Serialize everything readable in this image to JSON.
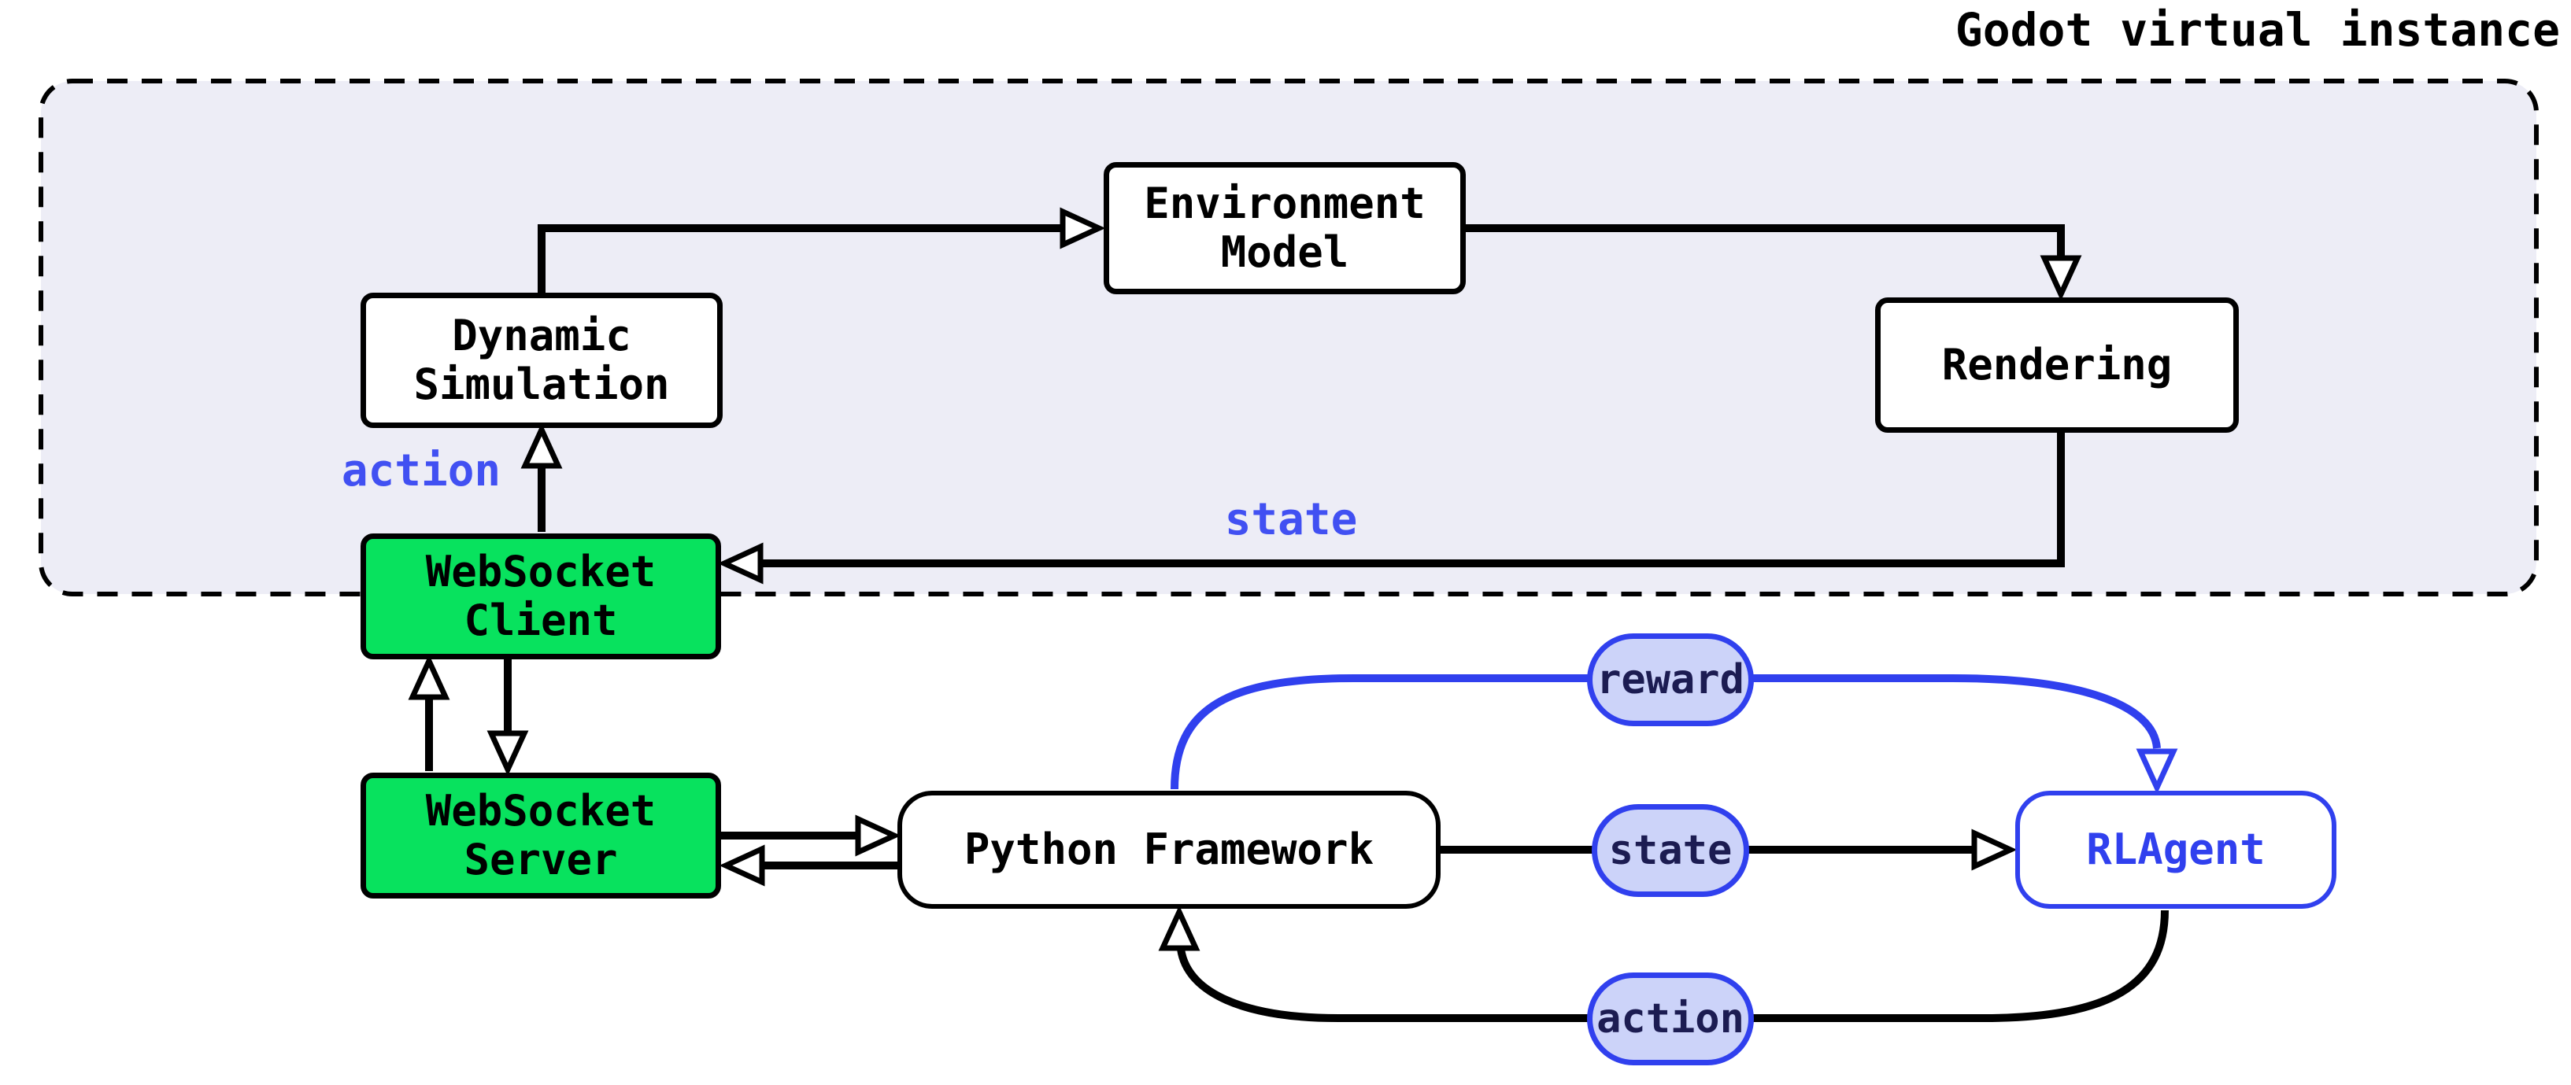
{
  "title": "Godot virtual instance",
  "colors": {
    "accent_blue": "#3040ee",
    "label_blue": "#4150f2",
    "node_green": "#08e25e",
    "pill_fill": "#ccd3f9",
    "pill_text": "#1c1c52",
    "container_fill": "#ededf6",
    "line_black": "#000000"
  },
  "container": {
    "label": "Godot virtual instance"
  },
  "nodes": {
    "environment_model": {
      "label": "Environment\nModel"
    },
    "dynamic_simulation": {
      "label": "Dynamic\nSimulation"
    },
    "rendering": {
      "label": "Rendering"
    },
    "websocket_client": {
      "label": "WebSocket\nClient"
    },
    "websocket_server": {
      "label": "WebSocket\nServer"
    },
    "python_framework": {
      "label": "Python Framework"
    },
    "rl_agent": {
      "label": "RLAgent"
    }
  },
  "edge_labels": {
    "action_to_simulation": "action",
    "state_to_client": "state",
    "reward": "reward",
    "state": "state",
    "action": "action"
  }
}
